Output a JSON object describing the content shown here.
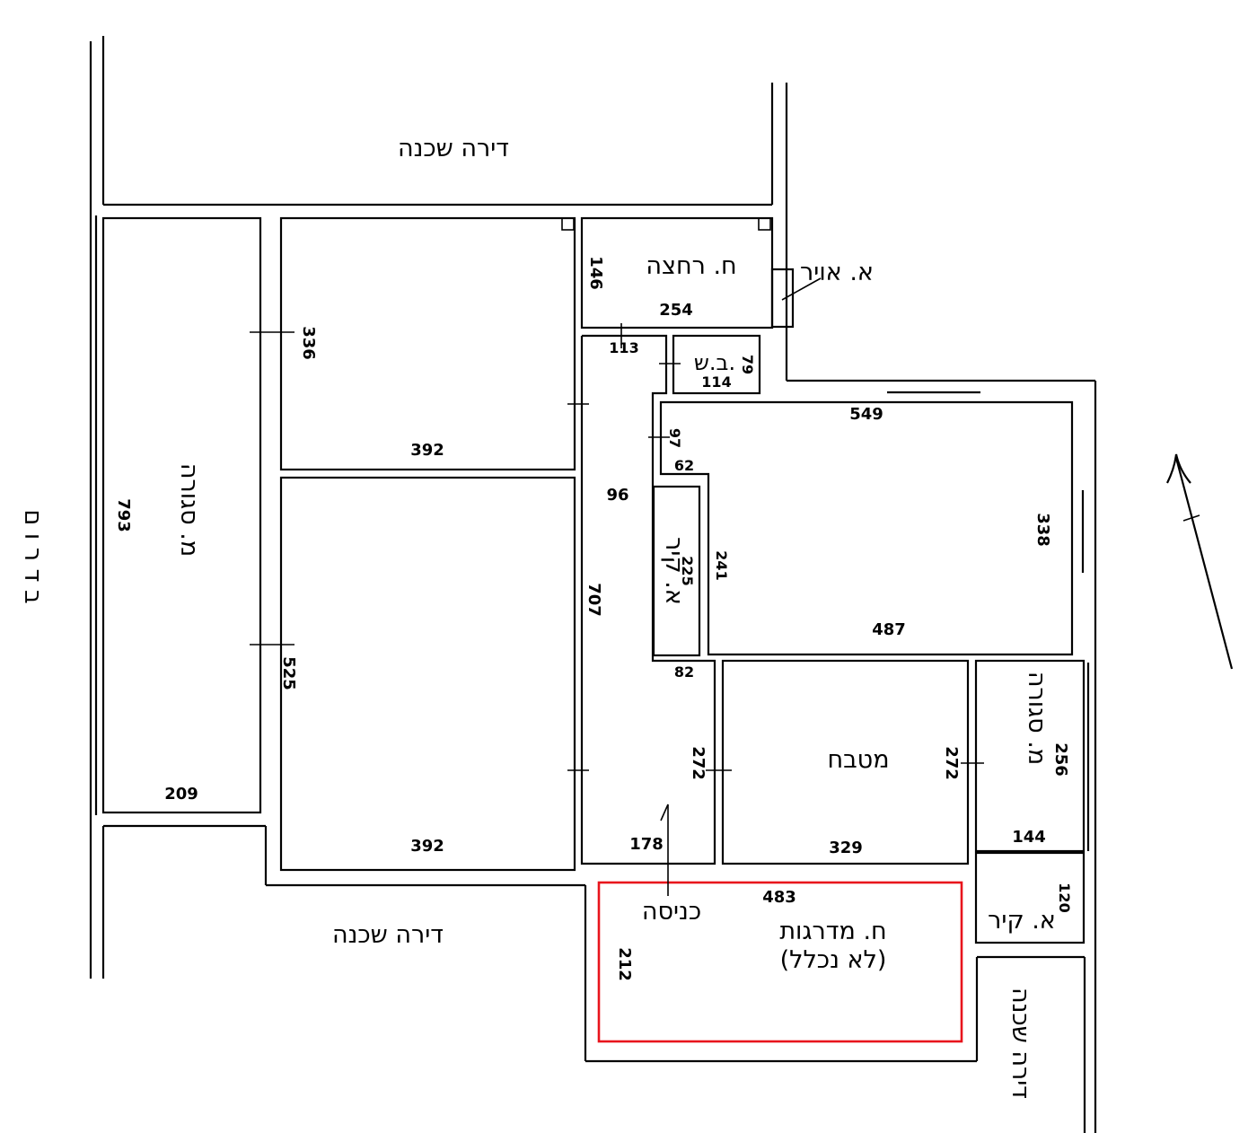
{
  "labels": {
    "neighbor_top": "דירה שכנה",
    "neighbor_bottom": "דירה שכנה",
    "neighbor_right": "דירה שכנה",
    "closed_balcony_left": "מ. סגורה",
    "closed_balcony_right": "מ. סגורה",
    "bathroom": "ח. רחצה",
    "air_space": "א. אויר",
    "wc": "ב.ש.",
    "wall_space_mid": "א. קיר",
    "wall_space_bottom": "א. קיר",
    "kitchen": "מטבח",
    "stairwell": "ח. מדרגות",
    "stairwell_note": "(לא נכלל)",
    "entrance": "כניסה",
    "side_text": "ב ד ר ו ם"
  },
  "dimensions": {
    "d793": "793",
    "d209": "209",
    "d336": "336",
    "d392a": "392",
    "d525": "525",
    "d392b": "392",
    "d146": "146",
    "d254": "254",
    "d113": "113",
    "d79": "79",
    "d114": "114",
    "d549": "549",
    "d97": "97",
    "d62": "62",
    "d96": "96",
    "d225": "225",
    "d241": "241",
    "d707": "707",
    "d338": "338",
    "d487": "487",
    "d82": "82",
    "d272a": "272",
    "d272b": "272",
    "d256": "256",
    "d178": "178",
    "d329": "329",
    "d144": "144",
    "d483": "483",
    "d120": "120",
    "d212": "212"
  },
  "colors": {
    "walls": "#000000",
    "stairwell_outline": "#e8141c"
  }
}
